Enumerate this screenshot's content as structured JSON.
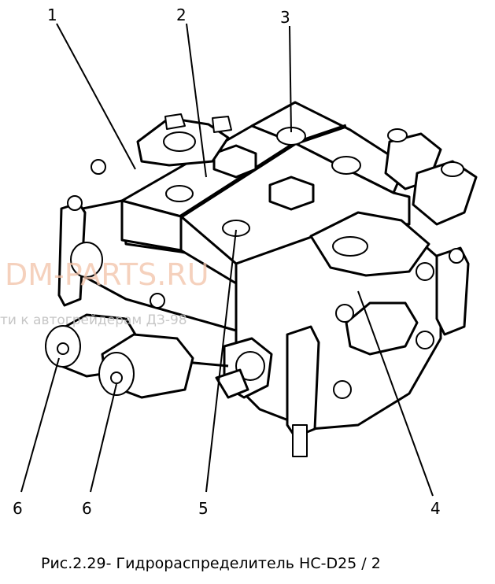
{
  "callouts": {
    "c1": "1",
    "c2": "2",
    "c3": "3",
    "c4": "4",
    "c5": "5",
    "c6a": "6",
    "c6b": "6"
  },
  "watermark": {
    "line1": "DM-PARTS.RU",
    "line2": "ти к автогрейдерам ДЗ-98"
  },
  "caption": "Рис.2.29- Гидрораспределитель НС-D25 / 2"
}
